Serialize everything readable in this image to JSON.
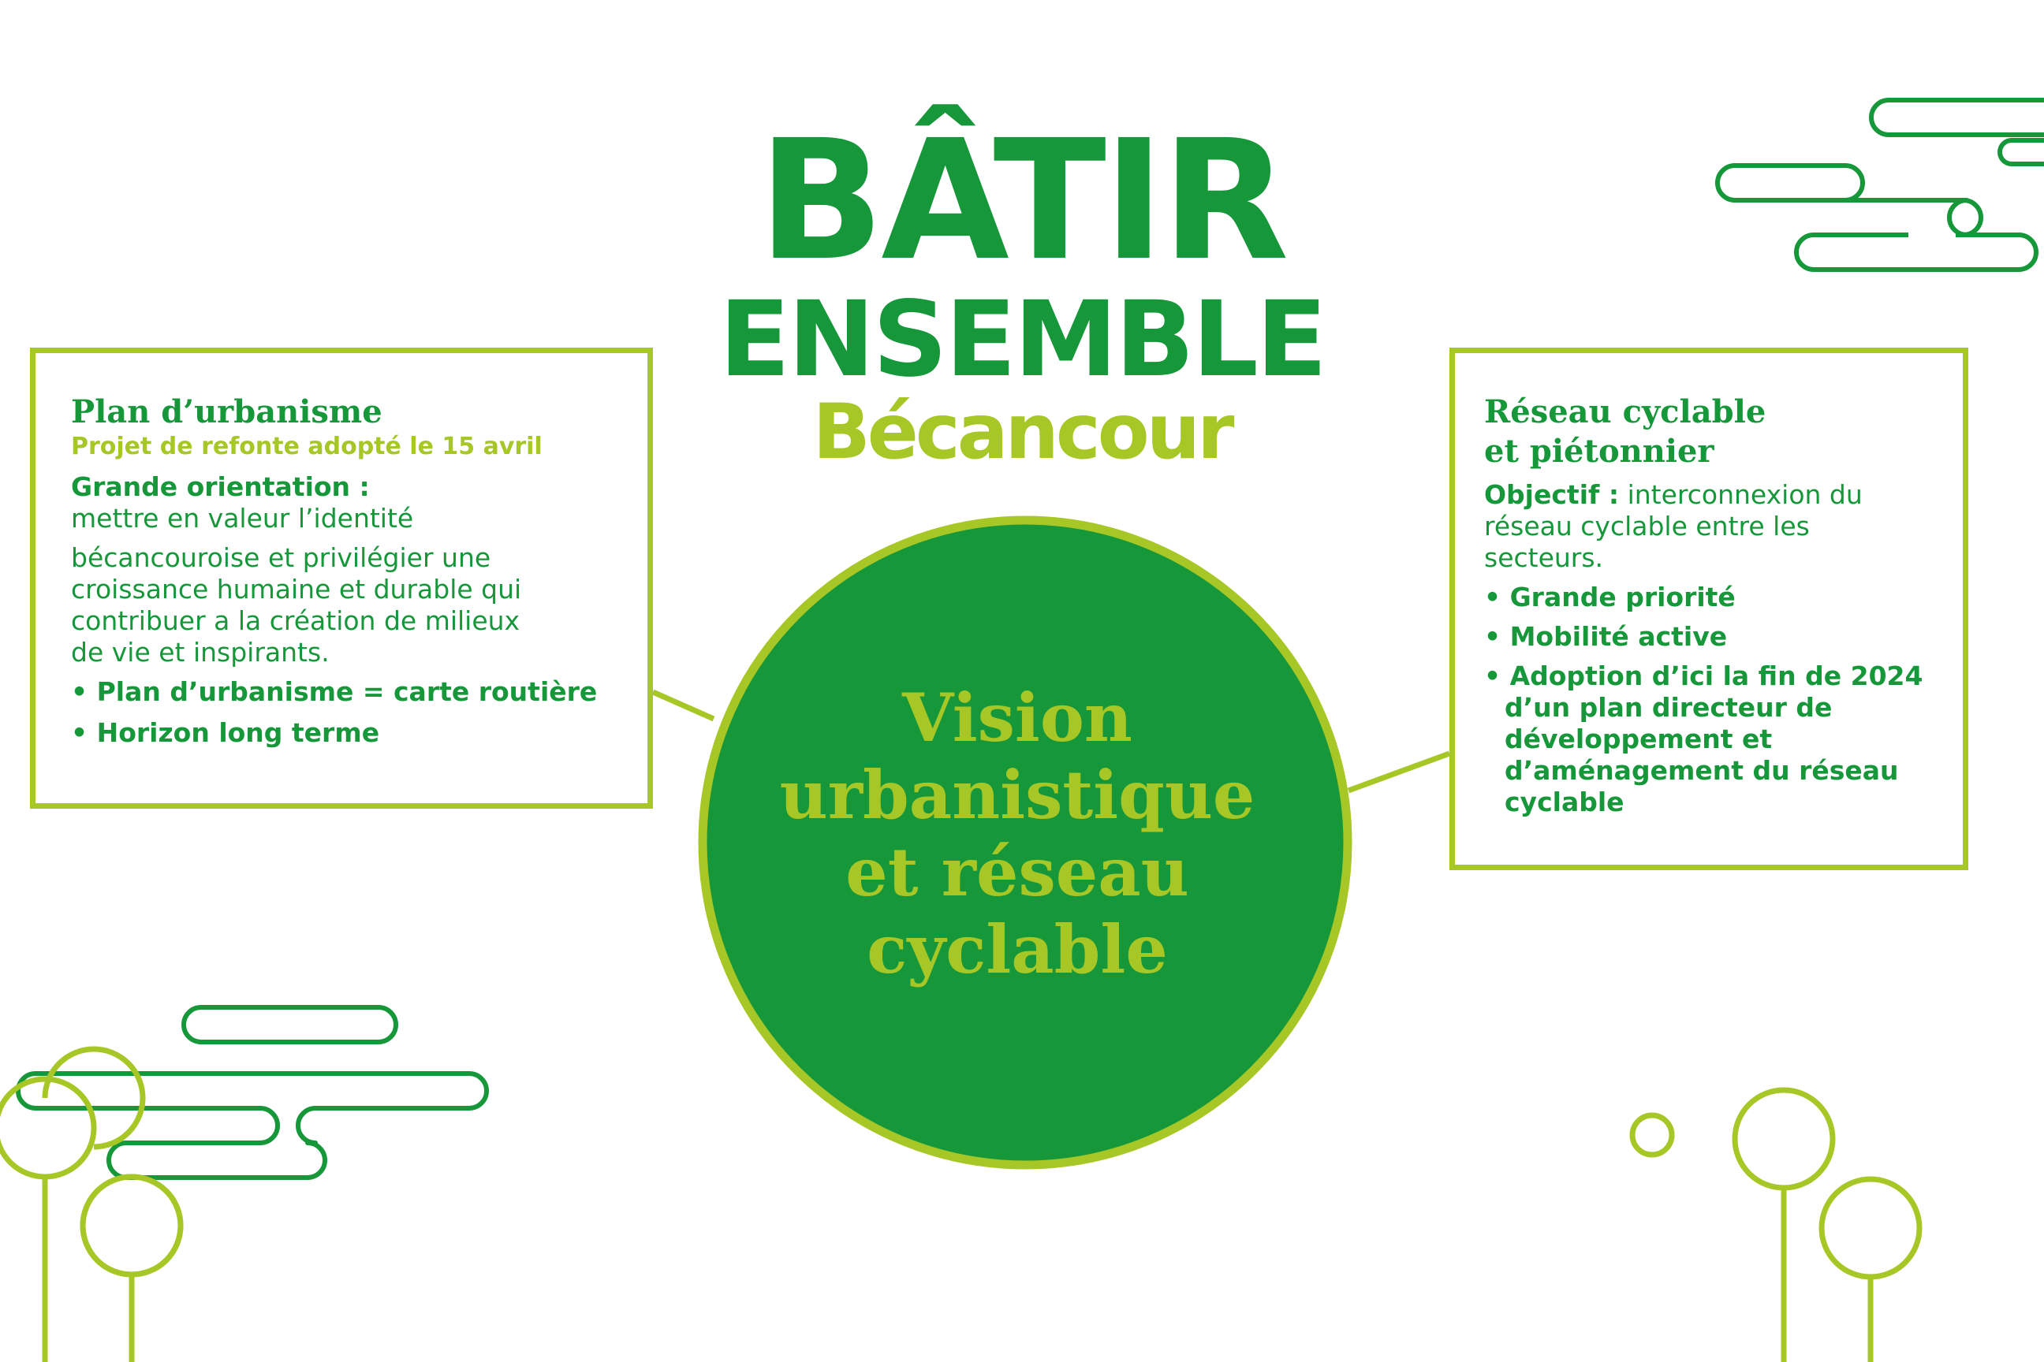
{
  "header": {
    "title_line1": "BÂTIR",
    "title_line2": "ENSEMBLE",
    "city": "Bécancour"
  },
  "center": {
    "lines": [
      "Vision",
      "urbanistique",
      "et réseau",
      "cyclable"
    ]
  },
  "left_box": {
    "title": "Plan d’urbanisme",
    "subtitle": "Projet de refonte adopté le 15 avril",
    "orientation_label": "Grande orientation :",
    "orientation_line1": "mettre en valeur l’identité",
    "orientation_rest": "bécancouroise et privilégier une croissance humaine et durable qui contribuer a la création de milieux de vie et inspirants.",
    "bullets": [
      "• Plan d’urbanisme = carte routière",
      "• Horizon long terme"
    ]
  },
  "right_box": {
    "title_line1": "Réseau cyclable",
    "title_line2": "et piétonnier",
    "objective_label": "Objectif :",
    "objective_text": "interconnexion du réseau cyclable entre les secteurs.",
    "bullets": [
      "• Grande priorité",
      "• Mobilité active",
      "• Adoption d’ici la fin de 2024 d’un plan directeur de développement et d’aménagement du réseau cyclable"
    ]
  },
  "colors": {
    "dark_green": "#16973a",
    "lime": "#a6c726",
    "background": "#ffffff"
  },
  "decorations": [
    "cloud-icon",
    "tree-icon",
    "sun-icon"
  ]
}
